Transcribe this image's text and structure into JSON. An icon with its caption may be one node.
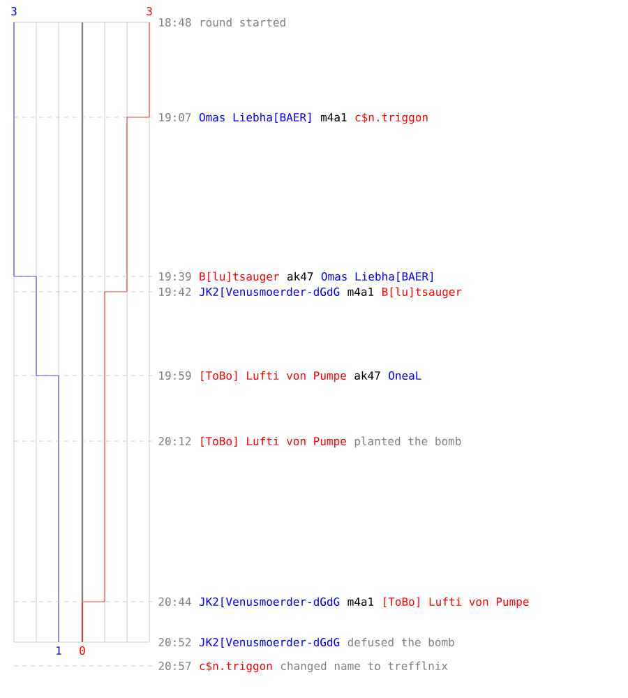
{
  "diagram": {
    "labels": [
      "3",
      "3",
      "18:48",
      "round started",
      "19:07",
      "Omas Liebha[BAER]",
      "m4a1",
      "c$n.triggon",
      "19:39",
      "B[lu]tsauger",
      "ak47",
      "Omas Liebha[BAER]",
      "19:42",
      "JK2[Venusmoerder-dGdG",
      "m4a1",
      "B[lu]tsauger",
      "19:59",
      "[ToBo] Lufti von Pumpe",
      "ak47",
      "OneaL",
      "20:12",
      "[ToBo] Lufti von Pumpe",
      "planted the bomb",
      "20:44",
      "JK2[Venusmoerder-dGdG",
      "m4a1",
      "[ToBo] Lufti von Pumpe",
      "20:52",
      "JK2[Venusmoerder-dGdG",
      "defused the bomb",
      "1",
      "0",
      "20:57",
      "c$n.triggon",
      "changed name to trefflnix"
    ]
  }
}
